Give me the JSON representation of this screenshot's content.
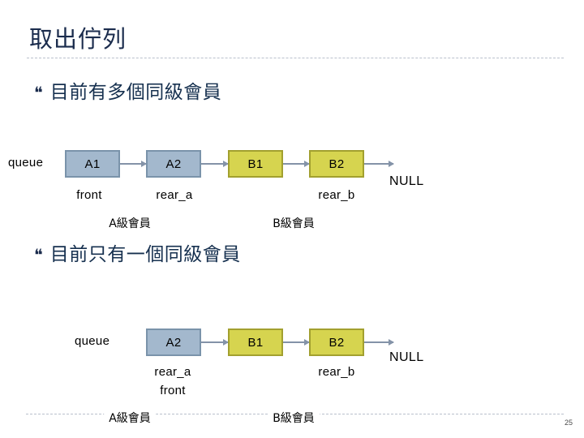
{
  "slide": {
    "title": "取出佇列",
    "page_number": "25",
    "bullet_glyph": "❝"
  },
  "bullets": [
    {
      "text": "目前有多個同級會員"
    },
    {
      "text": "目前只有一個同級會員"
    }
  ],
  "colors": {
    "title_text": "#1b2c4d",
    "bullet_text": "#16304f",
    "a_node_fill": "#a3b8cd",
    "a_node_border": "#7a93aa",
    "b_node_fill": "#d6d44f",
    "b_node_border": "#a2a02f",
    "arrow": "#8493a8",
    "rule": "#b9c0cc"
  },
  "diagram1": {
    "head_label": "queue",
    "nodes": [
      {
        "label": "A1",
        "type": "a"
      },
      {
        "label": "A2",
        "type": "a"
      },
      {
        "label": "B1",
        "type": "b"
      },
      {
        "label": "B2",
        "type": "b"
      }
    ],
    "terminator": "NULL",
    "pointers": [
      {
        "label": "front"
      },
      {
        "label": "rear_a"
      },
      {
        "label": "rear_b"
      }
    ],
    "groups": [
      {
        "label": "A級會員"
      },
      {
        "label": "B級會員"
      }
    ]
  },
  "diagram2": {
    "head_label": "queue",
    "nodes": [
      {
        "label": "A2",
        "type": "a"
      },
      {
        "label": "B1",
        "type": "b"
      },
      {
        "label": "B2",
        "type": "b"
      }
    ],
    "terminator": "NULL",
    "pointers": [
      {
        "label": "rear_a"
      },
      {
        "label": "front"
      },
      {
        "label": "rear_b"
      }
    ],
    "groups": [
      {
        "label": "A級會員"
      },
      {
        "label": "B級會員"
      }
    ]
  }
}
